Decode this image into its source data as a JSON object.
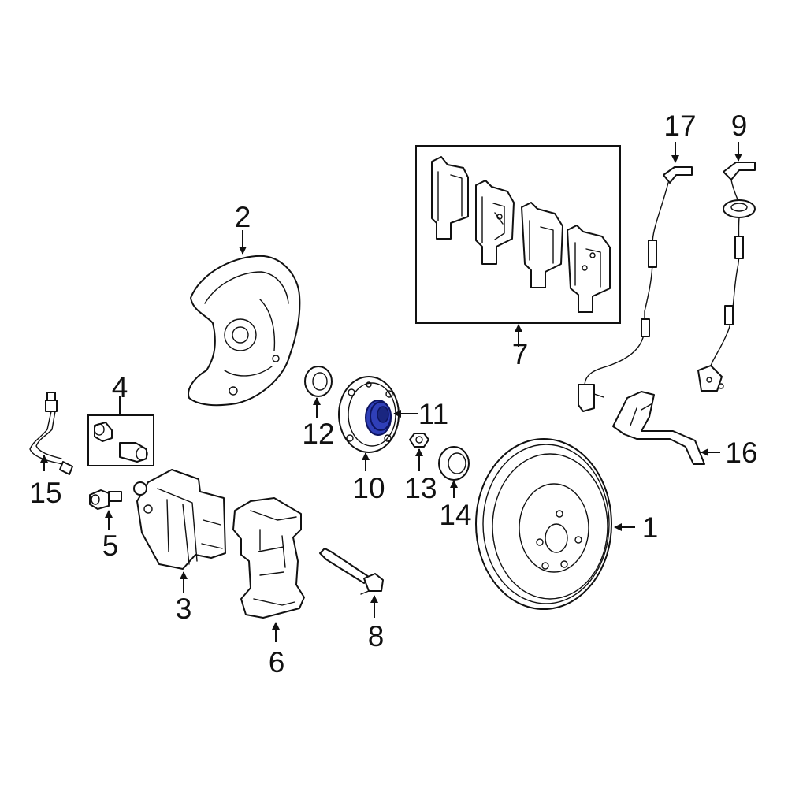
{
  "diagram": {
    "highlight_color": "#2f3fb8",
    "callouts": [
      {
        "id": "1",
        "label": "1"
      },
      {
        "id": "2",
        "label": "2"
      },
      {
        "id": "3",
        "label": "3"
      },
      {
        "id": "4",
        "label": "4"
      },
      {
        "id": "5",
        "label": "5"
      },
      {
        "id": "6",
        "label": "6"
      },
      {
        "id": "7",
        "label": "7"
      },
      {
        "id": "8",
        "label": "8"
      },
      {
        "id": "9",
        "label": "9"
      },
      {
        "id": "10",
        "label": "10"
      },
      {
        "id": "11",
        "label": "11"
      },
      {
        "id": "12",
        "label": "12"
      },
      {
        "id": "13",
        "label": "13"
      },
      {
        "id": "14",
        "label": "14"
      },
      {
        "id": "15",
        "label": "15"
      },
      {
        "id": "16",
        "label": "16"
      },
      {
        "id": "17",
        "label": "17"
      }
    ]
  }
}
